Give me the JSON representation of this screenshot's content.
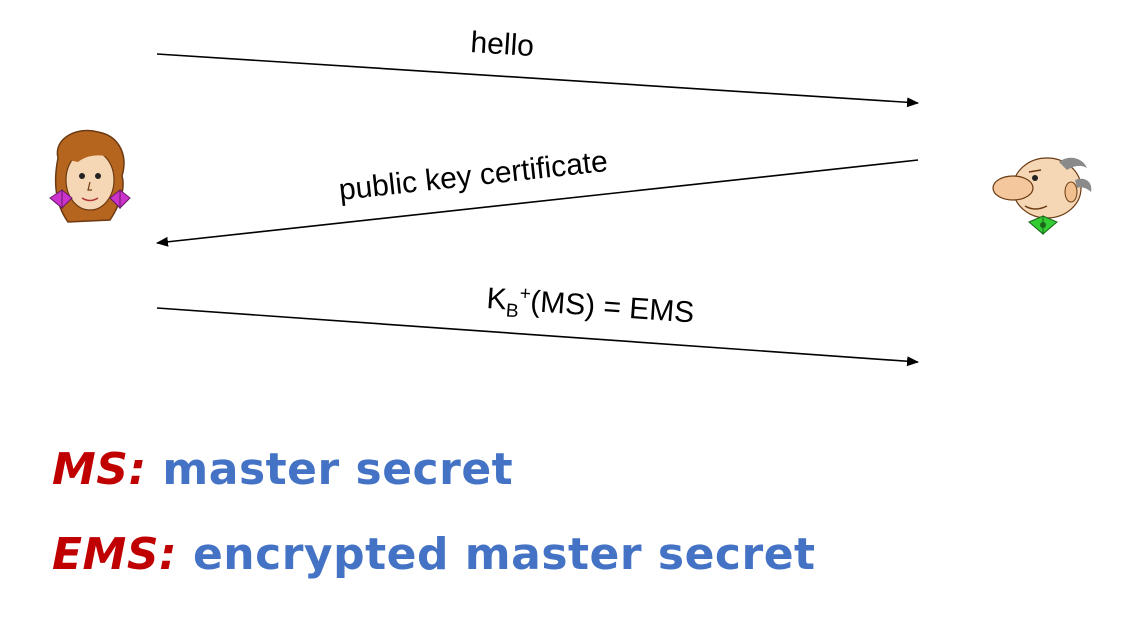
{
  "diagram": {
    "messages": [
      {
        "label": "hello",
        "direction": "alice-to-bob"
      },
      {
        "label": "public key certificate",
        "direction": "bob-to-alice"
      },
      {
        "label_prefix": "K",
        "label_sub": "B",
        "label_sup": "+",
        "label_suffix": "(MS) = EMS",
        "direction": "alice-to-bob"
      }
    ],
    "participants": [
      {
        "icon": "alice-icon"
      },
      {
        "icon": "bob-icon"
      }
    ]
  },
  "legend": [
    {
      "term": "MS:",
      "definition": "master secret"
    },
    {
      "term": "EMS:",
      "definition": "encrypted master secret"
    }
  ],
  "colors": {
    "term": "#c00000",
    "definition": "#4472c4",
    "arrow": "#000000"
  }
}
